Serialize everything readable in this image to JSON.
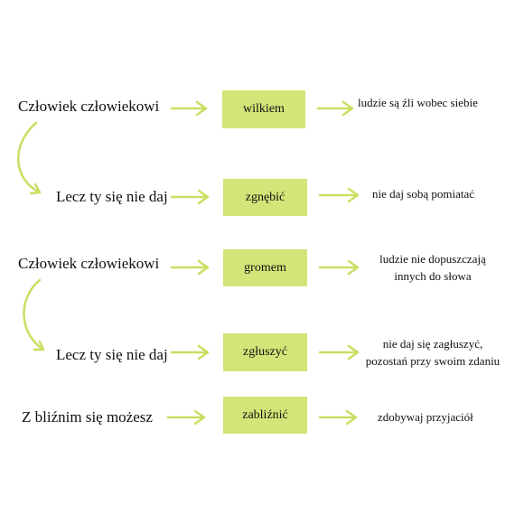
{
  "colors": {
    "accent": "#c9df62",
    "box": "#d3e578",
    "text": "#111111"
  },
  "rows": [
    {
      "phrase": "Człowiek człowiekowi",
      "word": "wilkiem",
      "meaning": [
        "ludzie są źli wobec siebie"
      ]
    },
    {
      "phrase": "Lecz ty się nie daj",
      "word": "zgnębić",
      "meaning": [
        "nie daj sobą pomiatać"
      ]
    },
    {
      "phrase": "Człowiek człowiekowi",
      "word": "gromem",
      "meaning": [
        "ludzie nie dopuszczają",
        "innych do słowa"
      ]
    },
    {
      "phrase": "Lecz ty się nie daj",
      "word": "zgłuszyć",
      "meaning": [
        "nie daj się zagłuszyć,",
        "pozostań przy swoim zdaniu"
      ]
    },
    {
      "phrase": "Z bliźnim się możesz",
      "word": "zabliźnić",
      "meaning": [
        "zdobywaj przyjaciół"
      ]
    }
  ]
}
